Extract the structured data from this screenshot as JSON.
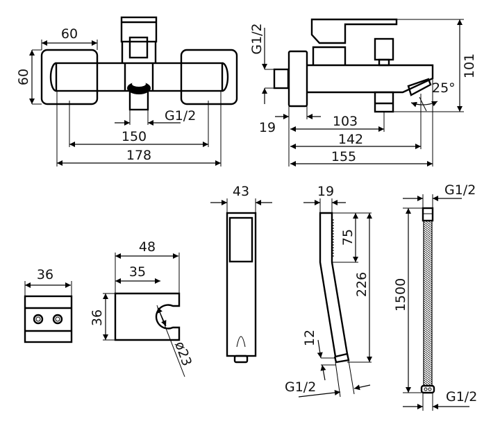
{
  "drawing": {
    "front_view": {
      "width_plate": "60",
      "height_plate": "60",
      "connection": "G1/2",
      "center_distance": "150",
      "overall_width": "178"
    },
    "side_view": {
      "connection": "G1/2",
      "height": "101",
      "flange": "19",
      "outlet_distance": "103",
      "spout_distance": "142",
      "depth": "155",
      "spout_angle": "25°"
    },
    "wall_block": {
      "width": "36"
    },
    "holder": {
      "width": "48",
      "offset": "35",
      "height": "36",
      "diameter": "ø23"
    },
    "hand_shower_front": {
      "width": "43"
    },
    "hand_shower_side": {
      "thickness": "19",
      "head_length": "75",
      "length": "226",
      "connector": "12",
      "connection": "G1/2"
    },
    "hose": {
      "length": "1500",
      "connection_top": "G1/2",
      "connection_bottom": "G1/2"
    }
  }
}
